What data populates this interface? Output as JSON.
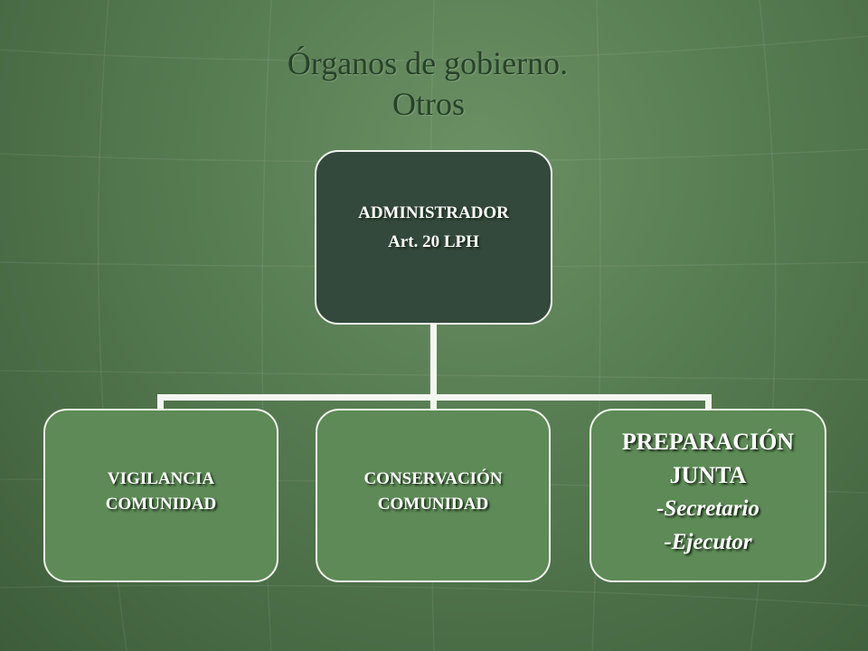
{
  "title": {
    "line1": "Órganos de gobierno.",
    "line2": "Otros"
  },
  "diagram": {
    "root": {
      "line1": "ADMINISTRADOR",
      "line2": "Art. 20 LPH"
    },
    "children": [
      {
        "line1": "VIGILANCIA",
        "line2": "COMUNIDAD"
      },
      {
        "line1": "CONSERVACIÓN",
        "line2": "COMUNIDAD"
      },
      {
        "line1": "PREPARACIÓN",
        "line2": "JUNTA",
        "line3": "-Secretario",
        "line4": "-Ejecutor"
      }
    ]
  },
  "colors": {
    "background": "#557a50",
    "root_box": "#33493b",
    "child_box": "#5d8a56",
    "title_text": "#27422a",
    "connector": "#f4f6f0"
  }
}
